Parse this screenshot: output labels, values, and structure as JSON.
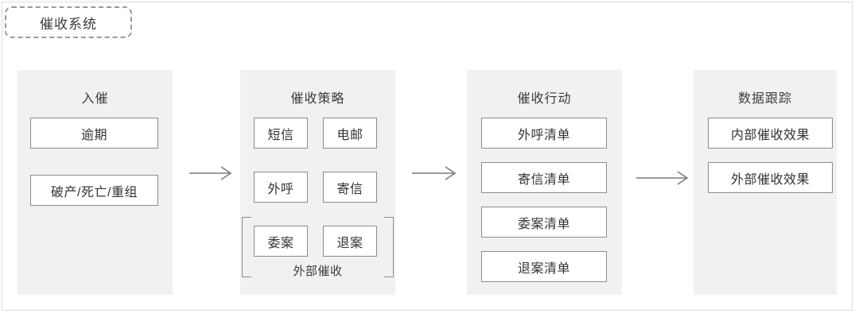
{
  "diagram": {
    "title_tag": "催收系统",
    "background_color": "#ffffff",
    "panel_color": "#f1f1f1",
    "node_border_color": "#8c8c8c",
    "arrow_color": "#7a7a7a",
    "columns": [
      {
        "id": "intake",
        "title": "入催",
        "nodes": [
          {
            "label": "逾期"
          },
          {
            "label": "破产/死亡/重组"
          }
        ]
      },
      {
        "id": "strategy",
        "title": "催收策略",
        "nodes": [
          {
            "label": "短信"
          },
          {
            "label": "电邮"
          },
          {
            "label": "外呼"
          },
          {
            "label": "寄信"
          },
          {
            "label": "委案"
          },
          {
            "label": "退案"
          }
        ],
        "bracket_label": "外部催收"
      },
      {
        "id": "action",
        "title": "催收行动",
        "nodes": [
          {
            "label": "外呼清单"
          },
          {
            "label": "寄信清单"
          },
          {
            "label": "委案清单"
          },
          {
            "label": "退案清单"
          }
        ]
      },
      {
        "id": "tracking",
        "title": "数据跟踪",
        "nodes": [
          {
            "label": "内部催收效果"
          },
          {
            "label": "外部催收效果"
          }
        ]
      }
    ],
    "arrows": [
      {
        "id": "arrow-intake-to-strategy",
        "icon": "arrow-right-icon"
      },
      {
        "id": "arrow-strategy-to-action",
        "icon": "arrow-right-icon"
      },
      {
        "id": "arrow-action-to-tracking",
        "icon": "arrow-right-icon"
      }
    ]
  }
}
